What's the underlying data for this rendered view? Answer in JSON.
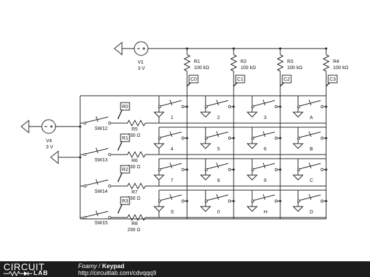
{
  "sources": [
    {
      "name": "V1",
      "value": "3 V"
    },
    {
      "name": "V4",
      "value": "3 V"
    }
  ],
  "pullups": [
    {
      "name": "R1",
      "value": "100 kΩ",
      "probe": "C0"
    },
    {
      "name": "R2",
      "value": "100 kΩ",
      "probe": "C1"
    },
    {
      "name": "R3",
      "value": "100 kΩ",
      "probe": "C2"
    },
    {
      "name": "R4",
      "value": "100 kΩ",
      "probe": "C3"
    }
  ],
  "rows": [
    {
      "switch": "SW12",
      "probe": "R0",
      "resistor": "R5",
      "value": "230 Ω"
    },
    {
      "switch": "SW13",
      "probe": "R1",
      "resistor": "R6",
      "value": "230 Ω"
    },
    {
      "switch": "SW14",
      "probe": "R2",
      "resistor": "R7",
      "value": "230 Ω"
    },
    {
      "switch": "SW15",
      "probe": "R3",
      "resistor": "R8",
      "value": "230 Ω"
    }
  ],
  "keys": [
    [
      "1",
      "2",
      "3",
      "A"
    ],
    [
      "4",
      "5",
      "6",
      "B"
    ],
    [
      "7",
      "8",
      "9",
      "C"
    ],
    [
      "S",
      "0",
      "H",
      "D"
    ]
  ],
  "footer": {
    "logo_top": "CIRCUIT",
    "logo_bottom": "LAB",
    "author": "Foamy",
    "separator": " / ",
    "title": "Keypad",
    "url": "http://circuitlab.com/cdvqqq9"
  }
}
